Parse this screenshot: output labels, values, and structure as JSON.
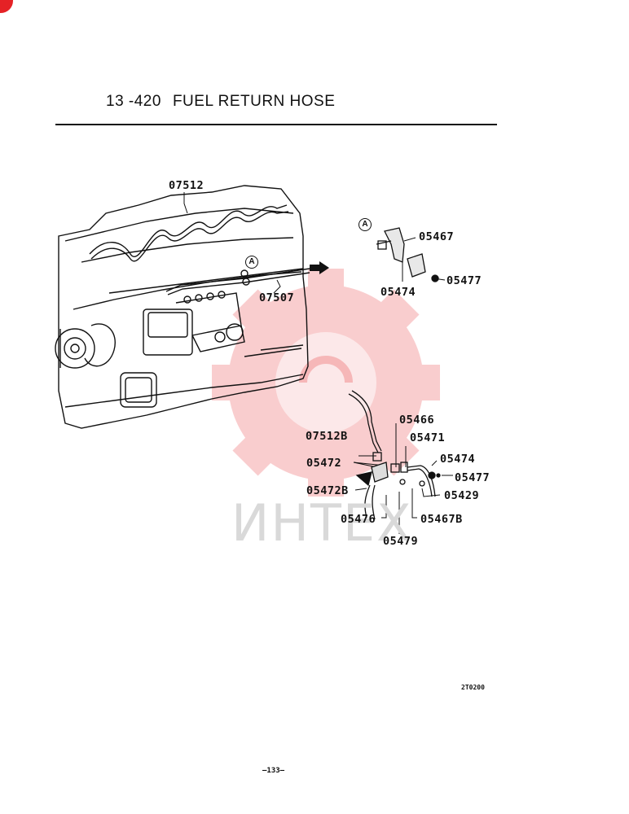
{
  "header": {
    "section_number": "13 -420",
    "title": "FUEL RETURN HOSE"
  },
  "diagram": {
    "callouts": {
      "p07512": "07512",
      "p07507": "07507",
      "p05467": "05467",
      "p05474_top": "05474",
      "p05477_top": "05477",
      "p07512B": "07512B",
      "p05466": "05466",
      "p05471": "05471",
      "p05474_low": "05474",
      "p05477_low": "05477",
      "p05472": "05472",
      "p05472B": "05472B",
      "p05429": "05429",
      "p05476": "05476",
      "p05467B": "05467B",
      "p05479": "05479"
    },
    "detail_marker": "A",
    "drawing_code": "2T0200"
  },
  "watermark": {
    "text": "ИНТЕХ",
    "color": "#e52226"
  },
  "footer": {
    "page_number": "—133—"
  }
}
